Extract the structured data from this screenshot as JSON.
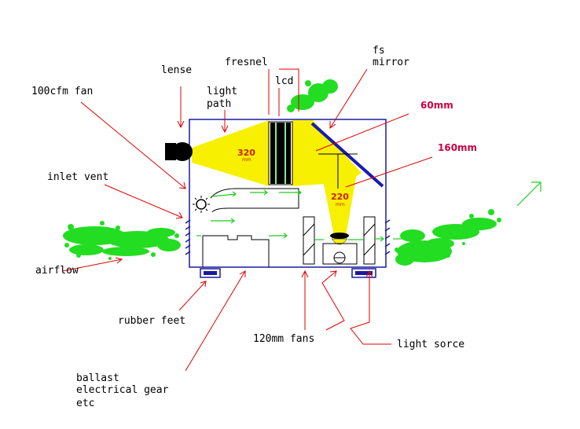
{
  "colors": {
    "beam": "#f7f000",
    "enclosure": "#1a1aa0",
    "annotation_lines": "#e00000",
    "measure_text": "#cc0044",
    "airflow_arrows": "#22cc22",
    "airflow_particles": "#22dd22",
    "mirror": "#1a1ab4"
  },
  "labels": {
    "lense": "lense",
    "fresnel": "fresnel",
    "lcd": "lcd",
    "fs_mirror_line1": "fs",
    "fs_mirror_line2": "mirror",
    "fan100": "100cfm fan",
    "light_path_line1": "light",
    "light_path_line2": "path",
    "measure60": "60mm",
    "measure160": "160mm",
    "inlet_vent": "inlet vent",
    "airflow": "airflow",
    "rubber_feet": "rubber feet",
    "fans120": "120mm fans",
    "light_source": "light sorce",
    "ballast_line1": "ballast",
    "ballast_line2": "electrical gear",
    "ballast_line3": "etc"
  },
  "beam_marks": {
    "horizontal_value": "320",
    "horizontal_unit": "mm",
    "vertical_value": "220",
    "vertical_unit": "mm"
  },
  "icons": [
    "lens-icon",
    "fan-icon",
    "mirror-icon",
    "lamp-icon",
    "vent-icon",
    "rubber-foot-icon"
  ]
}
